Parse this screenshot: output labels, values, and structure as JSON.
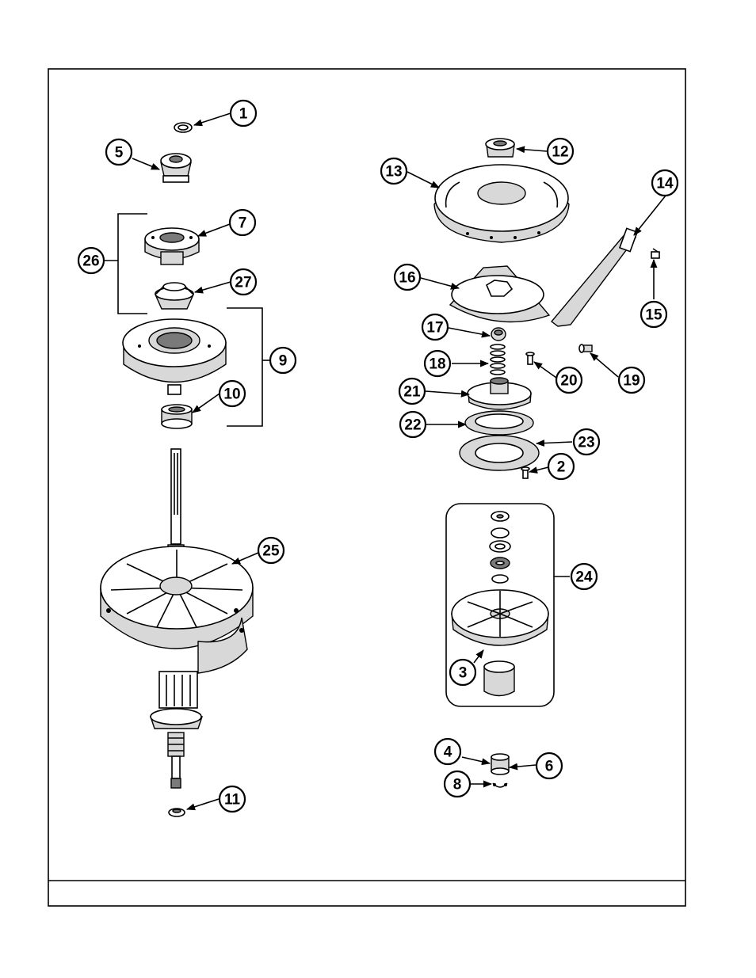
{
  "diagram": {
    "callouts": [
      {
        "id": "c1",
        "label": "1"
      },
      {
        "id": "c5",
        "label": "5"
      },
      {
        "id": "c7",
        "label": "7"
      },
      {
        "id": "c26",
        "label": "26"
      },
      {
        "id": "c27",
        "label": "27"
      },
      {
        "id": "c9",
        "label": "9"
      },
      {
        "id": "c10",
        "label": "10"
      },
      {
        "id": "c25",
        "label": "25"
      },
      {
        "id": "c11",
        "label": "11"
      },
      {
        "id": "c12",
        "label": "12"
      },
      {
        "id": "c13",
        "label": "13"
      },
      {
        "id": "c14",
        "label": "14"
      },
      {
        "id": "c15",
        "label": "15"
      },
      {
        "id": "c16",
        "label": "16"
      },
      {
        "id": "c17",
        "label": "17"
      },
      {
        "id": "c18",
        "label": "18"
      },
      {
        "id": "c20",
        "label": "20"
      },
      {
        "id": "c19",
        "label": "19"
      },
      {
        "id": "c21",
        "label": "21"
      },
      {
        "id": "c22",
        "label": "22"
      },
      {
        "id": "c23",
        "label": "23"
      },
      {
        "id": "c2",
        "label": "2"
      },
      {
        "id": "c24",
        "label": "24"
      },
      {
        "id": "c3",
        "label": "3"
      },
      {
        "id": "c4",
        "label": "4"
      },
      {
        "id": "c6",
        "label": "6"
      },
      {
        "id": "c8",
        "label": "8"
      }
    ]
  }
}
